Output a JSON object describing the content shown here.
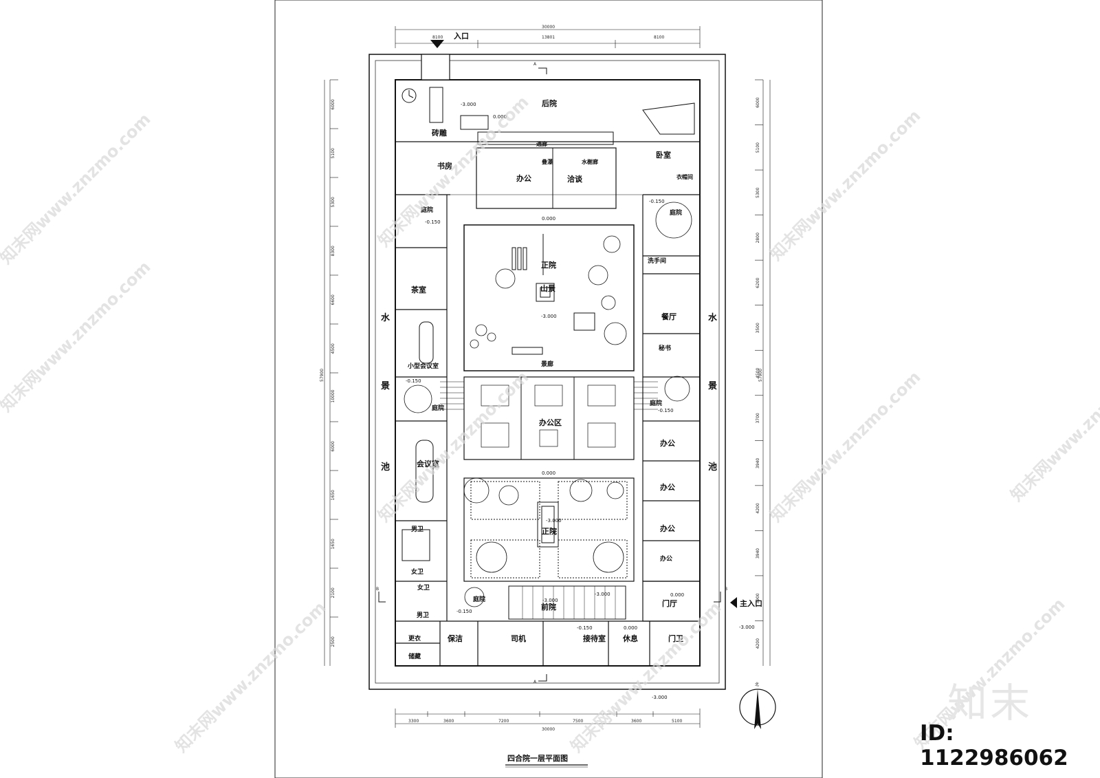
{
  "drawing": {
    "title": "四合院一层平面图",
    "entrance": "入口",
    "main_entrance": "主入口",
    "north": "北",
    "section_a": "A",
    "section_b": "B",
    "pool_left": [
      "水",
      "景",
      "池"
    ],
    "pool_right": [
      "水",
      "景",
      "池"
    ]
  },
  "rooms": {
    "back_yard": "后院",
    "brick_carving": "砖雕",
    "corridor": "通廊",
    "bedroom": "卧室",
    "wardrobe": "衣帽间",
    "study": "书房",
    "office_top": "办公",
    "waterfall": "叠瀑",
    "meeting_talk": "洽谈",
    "water_garden": "水榭廊",
    "court_left_top": "庭院",
    "court_right_top": "庭院",
    "tea_room": "茶室",
    "main_court": "正院",
    "rockery": "山景",
    "washroom": "洗手间",
    "dining": "餐厅",
    "small_meeting": "小型会议室",
    "secretary": "秘书",
    "landscape_corridor": "景廊",
    "court_left_mid": "庭院",
    "court_right_mid": "庭院",
    "office_area": "办公区",
    "office_r1": "办公",
    "office_r2": "办公",
    "office_r3": "办公",
    "office_r4": "办公",
    "meeting_room": "会议室",
    "men_wc_1": "男卫",
    "women_wc_1": "女卫",
    "women_wc_2": "女卫",
    "men_wc_2": "男卫",
    "main_court_2": "正院",
    "court_bottom": "庭院",
    "front_court": "前院",
    "lobby": "门厅",
    "changing": "更衣",
    "cleaning": "保洁",
    "storage": "储藏",
    "driver": "司机",
    "reception": "接待室",
    "rest": "休息",
    "guard": "门卫"
  },
  "elevations": {
    "e_m3_top": "-3.000",
    "e_0_top": "0.000",
    "e_m015_lt": "-0.150",
    "e_m015_rt": "-0.150",
    "e_0_c1": "0.000",
    "e_m3_c": "-3.000",
    "e_m015_lm": "-0.150",
    "e_m015_rm": "-0.150",
    "e_0_c2": "0.000",
    "e_m3_c2": "-3.000",
    "e_m3_front": "-3.000",
    "e_m3_front2": "-3.000",
    "e_0_lobby": "0.000",
    "e_m015_court": "-0.150",
    "e_m015_recep": "-0.150",
    "e_0_rest": "0.000",
    "e_m3_out": "-3.000",
    "e_m3_bottom": "-3.000"
  },
  "dimensions": {
    "top_total": "30000",
    "top_segments": [
      "8100",
      "13801",
      "8100"
    ],
    "bottom_total": "30000",
    "bottom_segments": [
      "3300",
      "3600",
      "7200",
      "7500",
      "3600",
      "5100"
    ],
    "left_total": "57900",
    "right_total": "57900",
    "left_segments": [
      "6000",
      "5100",
      "5300",
      "8300",
      "6600",
      "4500",
      "10000",
      "6000",
      "1650",
      "1650",
      "2100",
      "2500"
    ],
    "right_segments": [
      "6000",
      "5100",
      "5300",
      "2800",
      "6200",
      "3500",
      "4500",
      "3700",
      "3940",
      "4200",
      "3940",
      "3900",
      "4200"
    ]
  },
  "watermark": {
    "text": "知末网www.znzmo.com",
    "logo": "知末",
    "id_label": "ID: 1122986062"
  }
}
